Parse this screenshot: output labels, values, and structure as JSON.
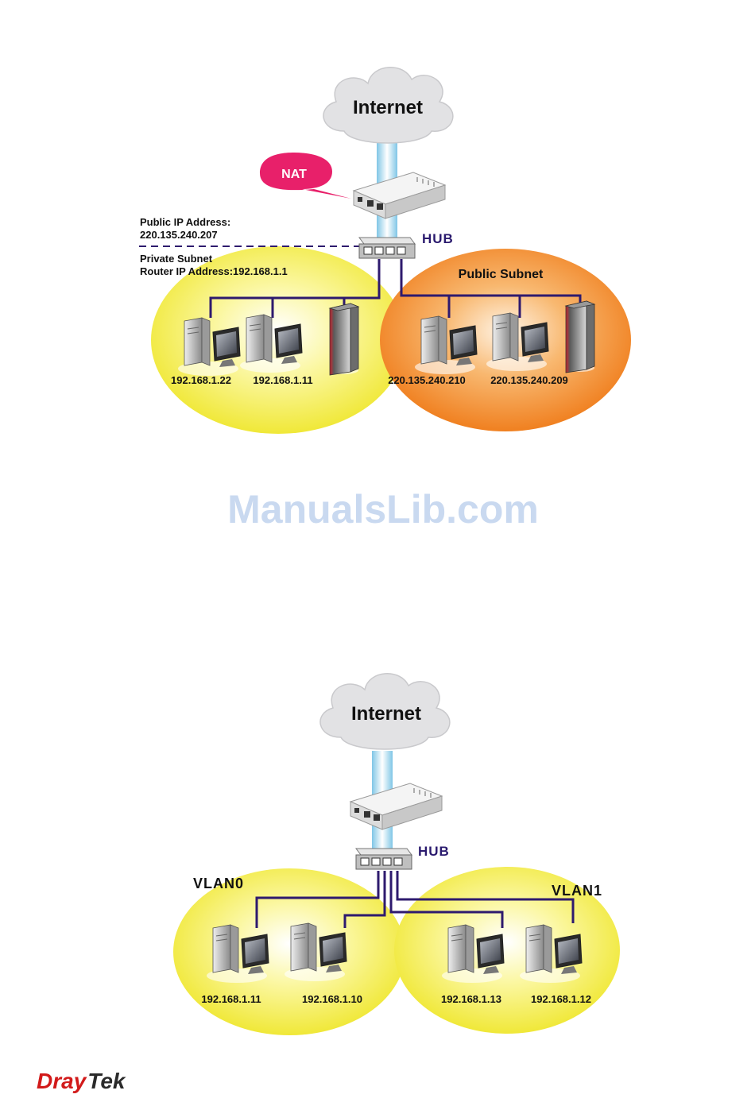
{
  "diagram1": {
    "cloud_label": "Internet",
    "nat_label": "NAT",
    "hub_label": "HUB",
    "public_ip_line1": "Public IP Address:",
    "public_ip_line2": "220.135.240.207",
    "private_line1": "Private Subnet",
    "private_line2": "Router IP Address:192.168.1.1",
    "public_subnet_label": "Public Subnet",
    "private_hosts": [
      "192.168.1.22",
      "192.168.1.11"
    ],
    "public_hosts": [
      "220.135.240.210",
      "220.135.240.209"
    ],
    "colors": {
      "private_zone": "#f4ef52",
      "public_zone": "#f3902f",
      "nat_bubble": "#e8206a",
      "link": "#2e1a6e"
    }
  },
  "watermark": "ManualsLib.com",
  "diagram2": {
    "cloud_label": "Internet",
    "hub_label": "HUB",
    "vlan0_label": "VLAN0",
    "vlan1_label": "VLAN1",
    "vlan0_hosts": [
      "192.168.1.11",
      "192.168.1.10"
    ],
    "vlan1_hosts": [
      "192.168.1.13",
      "192.168.1.12"
    ],
    "colors": {
      "zone": "#f4ef52",
      "link": "#2e1a6e"
    }
  },
  "brand": {
    "part1": "Dray",
    "part2": "Tek"
  }
}
